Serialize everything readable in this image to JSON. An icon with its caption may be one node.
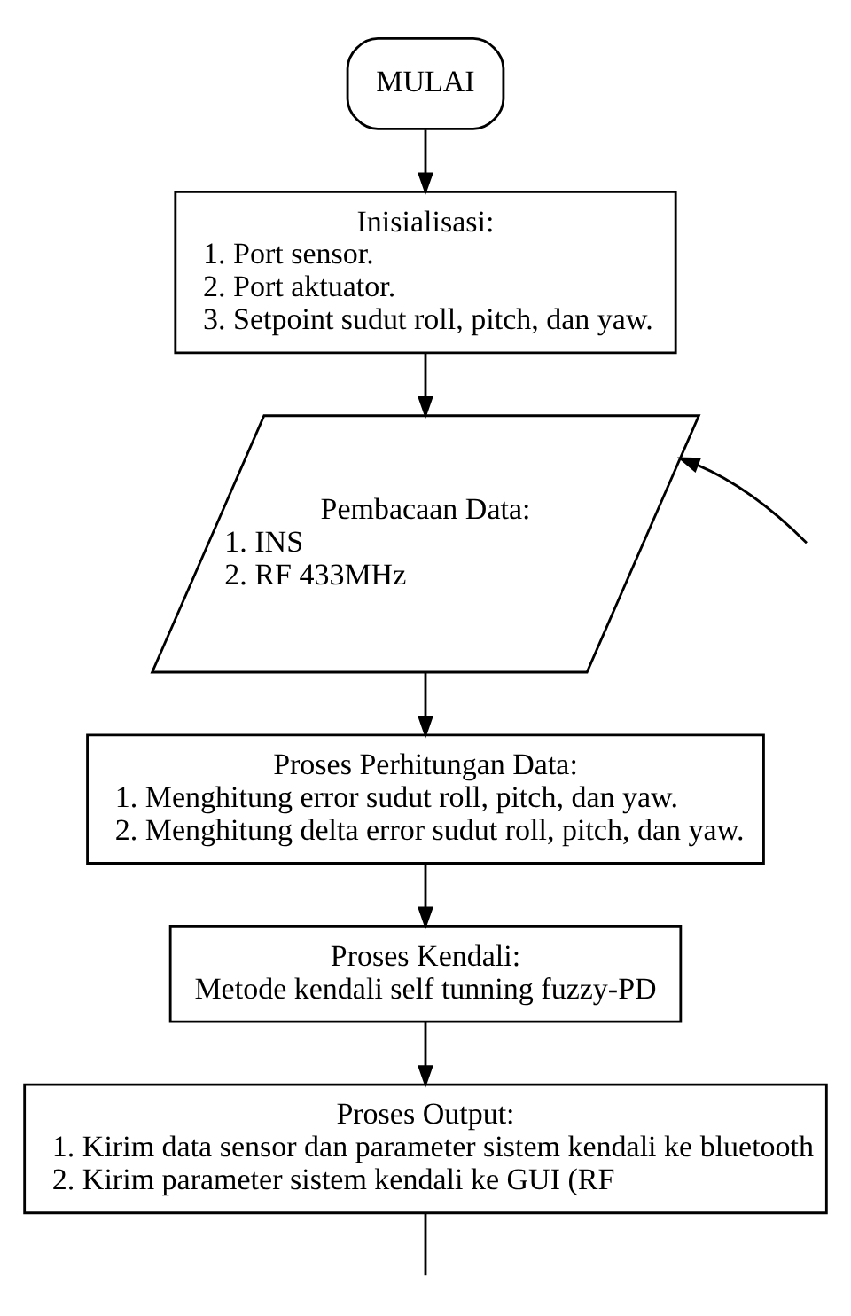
{
  "diagram": {
    "nodes": [
      {
        "text": [
          "MULAI"
        ]
      },
      {
        "text": [
          "Inisialisasi:",
          "1. Port sensor.",
          "2. Port aktuator.",
          "3. Setpoint sudut roll, pitch, dan yaw."
        ]
      },
      {
        "text": [
          "Pembacaan Data:",
          "1. INS",
          "2. RF 433MHz"
        ]
      },
      {
        "text": [
          "Proses Perhitungan Data:",
          "1. Menghitung error sudut roll, pitch, dan yaw.",
          "2. Menghitung delta error sudut roll, pitch, dan yaw."
        ]
      },
      {
        "text": [
          "Proses Kendali:",
          "Metode kendali self tunning fuzzy-PD"
        ]
      },
      {
        "text": [
          "Proses Output:",
          "1. Kirim data sensor dan parameter sistem kendali ke bluetooth",
          "2. Kirim parameter sistem kendali ke GUI (RF"
        ]
      }
    ],
    "edges": [
      {
        "from": 0,
        "to": 1,
        "arrow": "to"
      },
      {
        "from": 1,
        "to": 2,
        "arrow": "to"
      },
      {
        "from": null,
        "to": 2,
        "arrow": "to"
      },
      {
        "from": 2,
        "to": 3,
        "arrow": "to"
      },
      {
        "from": 3,
        "to": 4,
        "arrow": "to"
      },
      {
        "from": 4,
        "to": 5,
        "arrow": "to"
      },
      {
        "from": 5,
        "to": null,
        "arrow": "none"
      }
    ]
  }
}
